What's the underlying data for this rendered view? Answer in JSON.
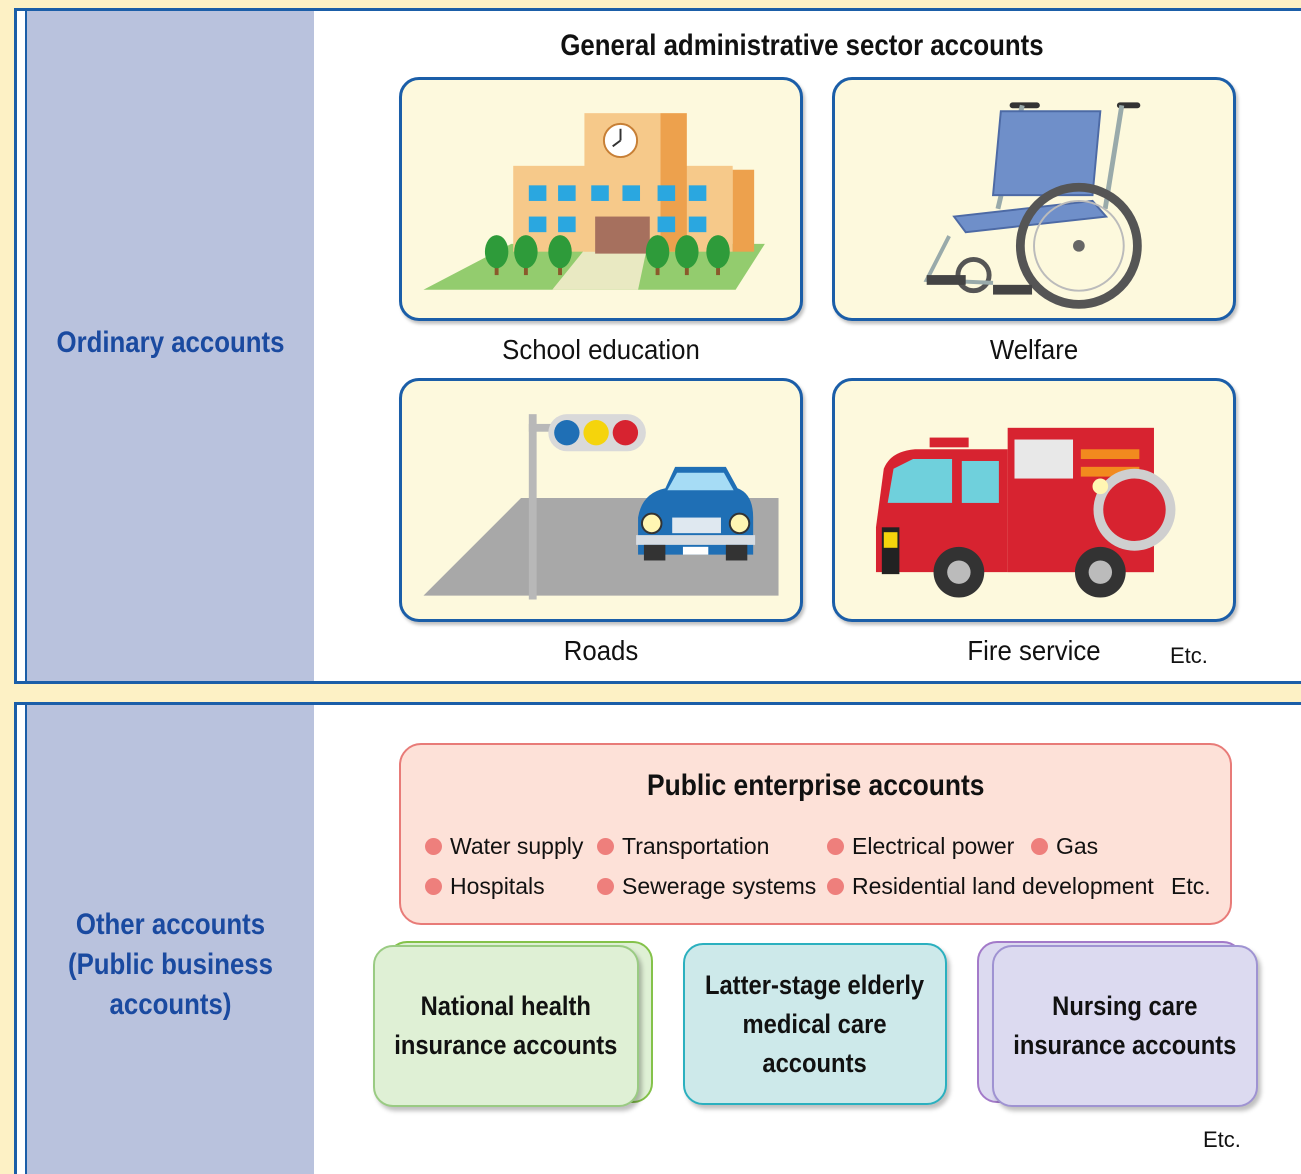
{
  "ordinary": {
    "side_label": "Ordinary accounts",
    "heading": "General administrative sector accounts",
    "cards": [
      {
        "label": "School education",
        "icon": "school-building-illustration"
      },
      {
        "label": "Welfare",
        "icon": "wheelchair-illustration"
      },
      {
        "label": "Roads",
        "icon": "traffic-light-and-car-illustration"
      },
      {
        "label": "Fire service",
        "icon": "fire-engine-illustration"
      }
    ],
    "etc": "Etc."
  },
  "other": {
    "side_label_lines": [
      "Other accounts",
      "(Public business",
      "accounts)"
    ],
    "public_enterprise": {
      "title": "Public enterprise accounts",
      "items": [
        "Water supply",
        "Transportation",
        "Electrical power",
        "Gas",
        "Hospitals",
        "Sewerage systems",
        "Residential land development"
      ],
      "etc": "Etc."
    },
    "boxes": [
      {
        "lines": [
          "National health",
          "insurance accounts"
        ]
      },
      {
        "lines": [
          "Latter-stage elderly",
          "medical care",
          "accounts"
        ]
      },
      {
        "lines": [
          "Nursing care",
          "insurance accounts"
        ]
      }
    ],
    "etc": "Etc."
  },
  "colors": {
    "frame_blue": "#1b5ea8",
    "side_fill": "#b9c2dd",
    "side_text": "#1a4aa0",
    "background_yellow": "#fdf1c5",
    "card_fill": "#fdf9dd",
    "public_enterprise_fill": "#fde1d8",
    "bullet_red": "#ee7f7c",
    "nhi_fill": "#dff0d5",
    "elderly_fill": "#cde9ea",
    "nursing_fill": "#dcdaf0"
  }
}
